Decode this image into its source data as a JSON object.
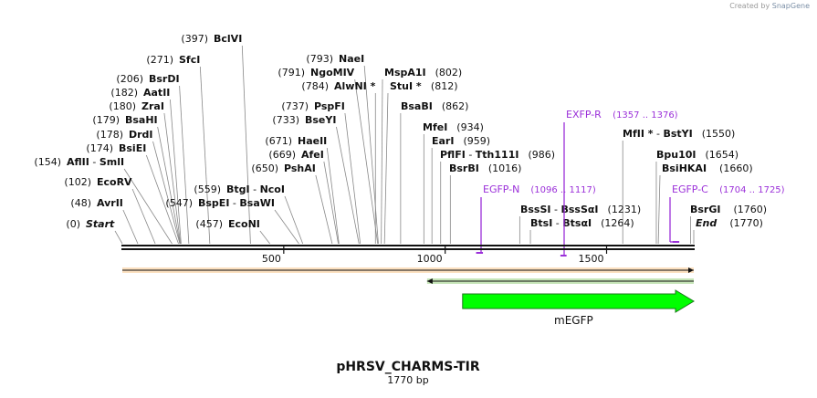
{
  "watermark": {
    "prefix": "Created by",
    "brand": "SnapGene"
  },
  "plasmid": {
    "name": "pHRSV_CHARMS-TIR",
    "length_label": "1770 bp",
    "length": 1770
  },
  "ruler": {
    "ticks": [
      500,
      1000,
      1500
    ]
  },
  "sites": [
    {
      "pos": 0,
      "pos_label": "(0)",
      "name": "Start",
      "italic": true
    },
    {
      "pos": 48,
      "pos_label": "(48)",
      "name": "AvrII"
    },
    {
      "pos": 102,
      "pos_label": "(102)",
      "name": "EcoRV"
    },
    {
      "pos": 154,
      "pos_label": "(154)",
      "name": "AflII",
      "joiner": " - ",
      "name2": "SmlI"
    },
    {
      "pos": 174,
      "pos_label": "(174)",
      "name": "BsiEI"
    },
    {
      "pos": 178,
      "pos_label": "(178)",
      "name": "DrdI"
    },
    {
      "pos": 179,
      "pos_label": "(179)",
      "name": "BsaHI"
    },
    {
      "pos": 180,
      "pos_label": "(180)",
      "name": "ZraI"
    },
    {
      "pos": 182,
      "pos_label": "(182)",
      "name": "AatII"
    },
    {
      "pos": 206,
      "pos_label": "(206)",
      "name": "BsrDI"
    },
    {
      "pos": 271,
      "pos_label": "(271)",
      "name": "SfcI"
    },
    {
      "pos": 397,
      "pos_label": "(397)",
      "name": "BclVI"
    },
    {
      "pos": 457,
      "pos_label": "(457)",
      "name": "EcoNI"
    },
    {
      "pos": 547,
      "pos_label": "(547)",
      "name": "BspEI",
      "joiner": " - ",
      "name2": "BsaWI"
    },
    {
      "pos": 559,
      "pos_label": "(559)",
      "name": "BtgI",
      "joiner": " - ",
      "name2": "NcoI"
    },
    {
      "pos": 650,
      "pos_label": "(650)",
      "name": "PshAI"
    },
    {
      "pos": 669,
      "pos_label": "(669)",
      "name": "AfeI"
    },
    {
      "pos": 671,
      "pos_label": "(671)",
      "name": "HaeII"
    },
    {
      "pos": 733,
      "pos_label": "(733)",
      "name": "BseYI"
    },
    {
      "pos": 737,
      "pos_label": "(737)",
      "name": "PspFI"
    },
    {
      "pos": 784,
      "pos_label": "(784)",
      "name": "AlwNI *"
    },
    {
      "pos": 791,
      "pos_label": "(791)",
      "name": "NgoMIV"
    },
    {
      "pos": 793,
      "pos_label": "(793)",
      "name": "NaeI"
    },
    {
      "pos": 812,
      "pos_label": "(812)",
      "name": "StuI *"
    },
    {
      "pos": 802,
      "pos_label": "(802)",
      "name": "MspA1I"
    },
    {
      "pos": 862,
      "pos_label": "(862)",
      "name": "BsaBI"
    },
    {
      "pos": 934,
      "pos_label": "(934)",
      "name": "MfeI"
    },
    {
      "pos": 959,
      "pos_label": "(959)",
      "name": "EarI"
    },
    {
      "pos": 986,
      "pos_label": "(986)",
      "name": "PflFI",
      "joiner": " - ",
      "name2": "Tth111I"
    },
    {
      "pos": 1016,
      "pos_label": "(1016)",
      "name": "BsrBI"
    },
    {
      "pos": 1231,
      "pos_label": "(1231)",
      "name": "BssSI",
      "joiner": " - ",
      "name2": "BssSαI"
    },
    {
      "pos": 1264,
      "pos_label": "(1264)",
      "name": "BtsI",
      "joiner": " - ",
      "name2": "BtsαI"
    },
    {
      "pos": 1550,
      "pos_label": "(1550)",
      "name": "MfII *",
      "joiner": " - ",
      "name2": "BstYI"
    },
    {
      "pos": 1654,
      "pos_label": "(1654)",
      "name": "Bpu10I"
    },
    {
      "pos": 1660,
      "pos_label": "(1660)",
      "name": "BsiHKAI"
    },
    {
      "pos": 1760,
      "pos_label": "(1760)",
      "name": "BsrGI"
    },
    {
      "pos": 1770,
      "pos_label": "(1770)",
      "name": "End",
      "italic": true
    }
  ],
  "primers": [
    {
      "name": "EXFP-R",
      "range_label": "(1357 .. 1376)",
      "start": 1357,
      "end": 1376,
      "direction": "reverse"
    },
    {
      "name": "EGFP-N",
      "range_label": "(1096 .. 1117)",
      "start": 1096,
      "end": 1117,
      "direction": "reverse"
    },
    {
      "name": "EGFP-C",
      "range_label": "(1704 .. 1725)",
      "start": 1704,
      "end": 1725,
      "direction": "forward"
    }
  ],
  "features": [
    {
      "name": "",
      "start": 0,
      "end": 1770,
      "direction": "forward",
      "color": "#f4a64a",
      "kind": "region"
    },
    {
      "name": "",
      "start": 944,
      "end": 1770,
      "direction": "reverse",
      "color": "#5bb533",
      "kind": "region"
    },
    {
      "name": "mEGFP",
      "start": 1054,
      "end": 1770,
      "direction": "forward",
      "color": "#00ff00",
      "kind": "cds"
    }
  ],
  "colors": {
    "backbone": "#111111",
    "primer": "#9b30d9",
    "leader": "#888888"
  }
}
